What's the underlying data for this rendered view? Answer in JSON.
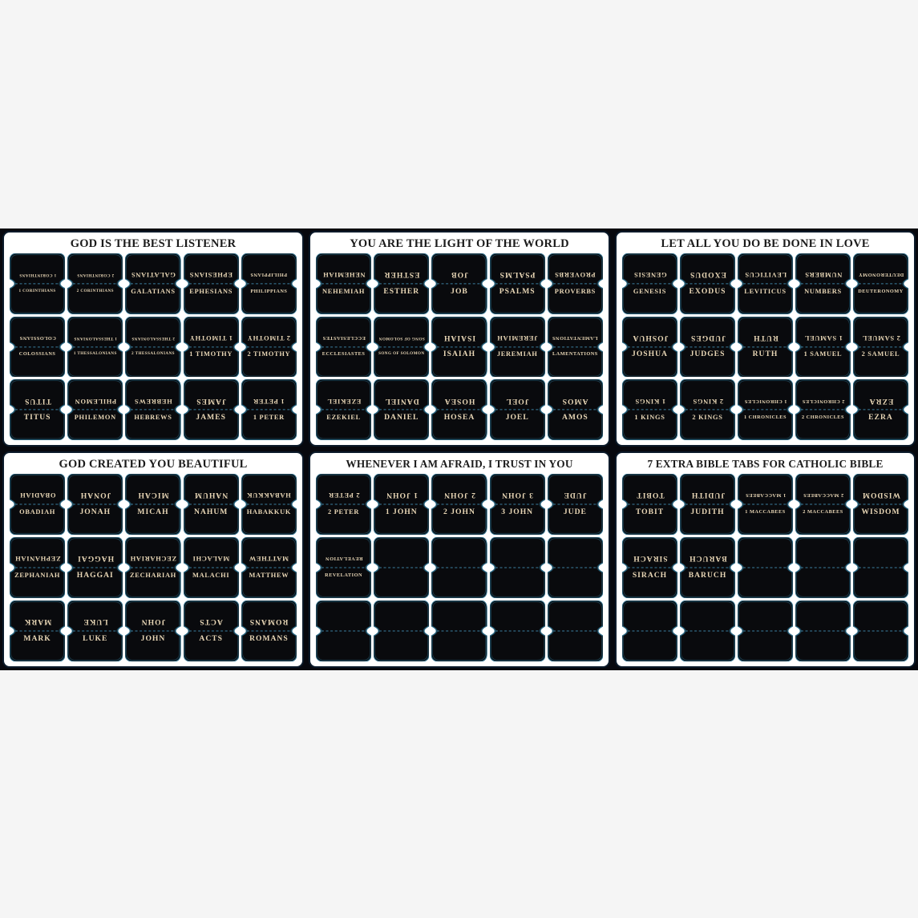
{
  "document": {
    "kind": "bible-tabs-sticker-sheets",
    "background_color": "#f5f5f5",
    "panel_frame_color": "#07080e",
    "panel_inner_color": "#ffffff",
    "tab_fill_color": "#090a0d",
    "tab_outline_color": "#2b6a86",
    "tab_text_color": "#e9d7b6",
    "fold_line_color": "#3b7f9e",
    "title_color": "#1b1b1b",
    "columns_per_panel": 5,
    "rows_per_panel": 3,
    "tabs_per_panel": 15
  },
  "panels": [
    {
      "id": "panel-1",
      "title": "GOD IS THE BEST LISTENER",
      "tabs": [
        "1 CORINTHIANS",
        "2 CORINTHIANS",
        "GALATIANS",
        "EPHESIANS",
        "PHILIPPIANS",
        "COLOSSIANS",
        "1 THESSALONIANS",
        "2 THESSALONIANS",
        "1 TIMOTHY",
        "2 TIMOTHY",
        "TITUS",
        "PHILEMON",
        "HEBREWS",
        "JAMES",
        "1 PETER"
      ]
    },
    {
      "id": "panel-2",
      "title": "YOU ARE THE LIGHT OF THE WORLD",
      "tabs": [
        "NEHEMIAH",
        "ESTHER",
        "JOB",
        "PSALMS",
        "PROVERBS",
        "ECCLESIASTES",
        "SONG OF SOLOMON",
        "ISAIAH",
        "JEREMIAH",
        "LAMENTATIONS",
        "EZEKIEL",
        "DANIEL",
        "HOSEA",
        "JOEL",
        "AMOS"
      ]
    },
    {
      "id": "panel-3",
      "title": "LET ALL YOU DO BE DONE IN LOVE",
      "tabs": [
        "GENESIS",
        "EXODUS",
        "LEVITICUS",
        "NUMBERS",
        "DEUTERONOMY",
        "JOSHUA",
        "JUDGES",
        "RUTH",
        "1 SAMUEL",
        "2 SAMUEL",
        "1 KINGS",
        "2 KINGS",
        "1 CHRONICLES",
        "2 CHRONICLES",
        "EZRA"
      ]
    },
    {
      "id": "panel-4",
      "title": "GOD CREATED YOU BEAUTIFUL",
      "tabs": [
        "OBADIAH",
        "JONAH",
        "MICAH",
        "NAHUM",
        "HABAKKUK",
        "ZEPHANIAH",
        "HAGGAI",
        "ZECHARIAH",
        "MALACHI",
        "MATTHEW",
        "MARK",
        "LUKE",
        "JOHN",
        "ACTS",
        "ROMANS"
      ]
    },
    {
      "id": "panel-5",
      "title": "WHENEVER I AM AFRAID, I TRUST IN YOU",
      "tabs": [
        "2 PETER",
        "1 JOHN",
        "2 JOHN",
        "3 JOHN",
        "JUDE",
        "REVELATION",
        "",
        "",
        "",
        "",
        "",
        "",
        "",
        "",
        ""
      ]
    },
    {
      "id": "panel-6",
      "title": "7   EXTRA BIBLE TABS FOR CATHOLIC BIBLE",
      "tabs": [
        "TOBIT",
        "JUDITH",
        "1 MACCABEES",
        "2 MACCABEES",
        "WISDOM",
        "SIRACH",
        "BARUCH",
        "",
        "",
        "",
        "",
        "",
        "",
        "",
        ""
      ]
    }
  ]
}
